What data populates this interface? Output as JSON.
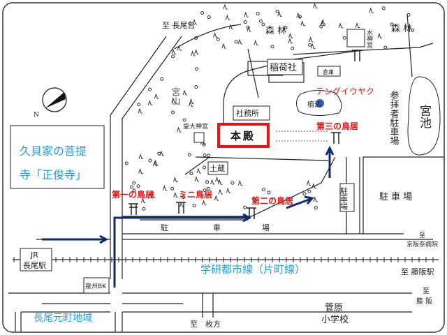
{
  "map": {
    "compass_label": "N",
    "temple_box": {
      "line1": "久貝家の菩提",
      "line2": "寺「正俊寺」"
    },
    "to_nagaodai": "至 長尾台",
    "forest_1": "森 林",
    "forest_2": "森 林",
    "suijingu": "水神宮",
    "inari_shrine": "稲荷社",
    "storehouse": "倉庫",
    "plant_name": "テングイウヤク",
    "shrubbery": "植込",
    "worshipper_parking": "参拝者駐車場",
    "miya_pond": "宮池",
    "shrine_office": "社務所",
    "main_hall": "本殿",
    "third_torii": "第三の鳥居",
    "kotai_jingu": "皇大神宮",
    "miyayama": "宮山",
    "dozo": "土蔵",
    "first_torii": "第一の鳥居",
    "mini_torii": "ミニ鳥居",
    "second_torii": "第二の鳥居",
    "parking_main": [
      "駐",
      "車",
      "場"
    ],
    "parking_vertical": "駐車場",
    "parking_right": "駐 車 場",
    "to_keihanna_1": "至",
    "to_keihanna_2": "京阪奈病院",
    "jr_station_1": "JR",
    "jr_station_2": "長尾駅",
    "railway_line": "学研都市線（片町線）",
    "to_fujisaka_station": "至 藤阪駅",
    "bank": "泉州BK",
    "to_fujisaka_1": "至",
    "to_fujisaka_2": "藤 阪",
    "nagao_motomachi": "長尾元町地域",
    "to_hirakata": "至　枚方",
    "school_1": "菅原",
    "school_2": "小学校"
  },
  "colors": {
    "route": "#0d2a6e",
    "highlight": "#f01010",
    "label_blue": "#1aa0e8",
    "pond_dot": "#2a5fb0"
  }
}
